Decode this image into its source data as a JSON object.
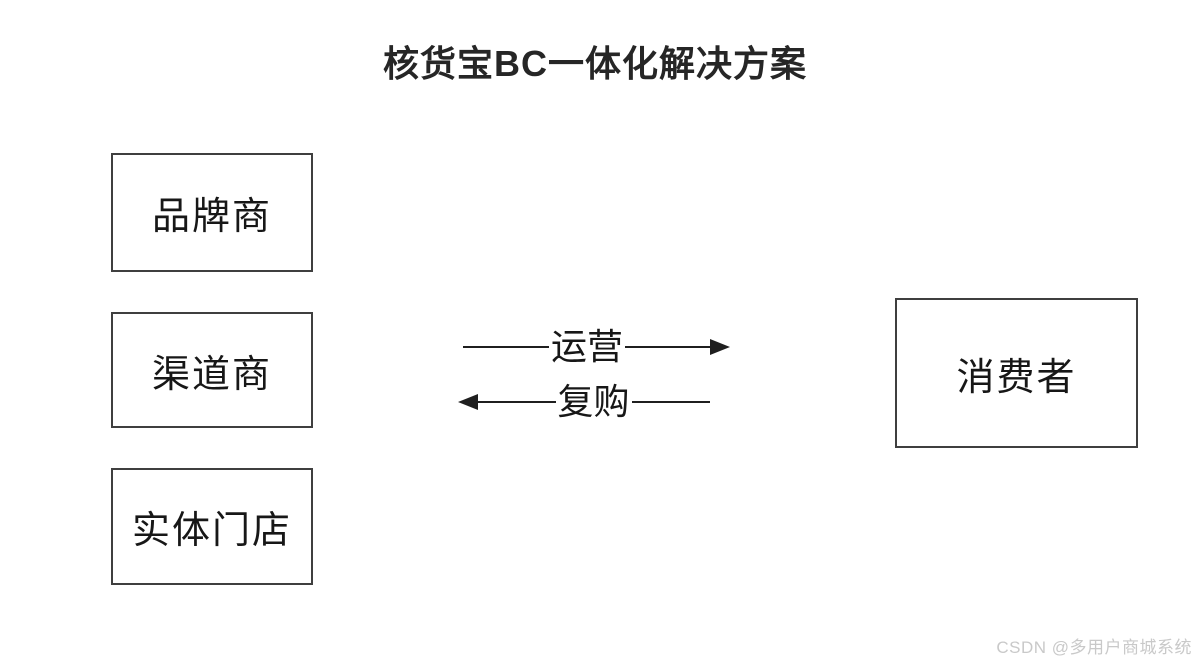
{
  "page": {
    "title": "核货宝BC一体化解决方案",
    "background_color": "#ffffff"
  },
  "diagram": {
    "left_nodes": [
      {
        "label": "品牌商"
      },
      {
        "label": "渠道商"
      },
      {
        "label": "实体门店"
      }
    ],
    "right_node": {
      "label": "消费者"
    },
    "arrows": [
      {
        "label": "运营",
        "direction": "right",
        "head_icon": "arrowhead-right-icon"
      },
      {
        "label": "复购",
        "direction": "left",
        "head_icon": "arrowhead-left-icon"
      }
    ],
    "colors": {
      "node_border": "#3f3f3f",
      "node_text": "#171717",
      "arrow_line": "#1f1f1f",
      "title_text": "#262626"
    }
  },
  "watermark": {
    "text": "CSDN @多用户商城系统",
    "color": "#c9c9c9"
  }
}
